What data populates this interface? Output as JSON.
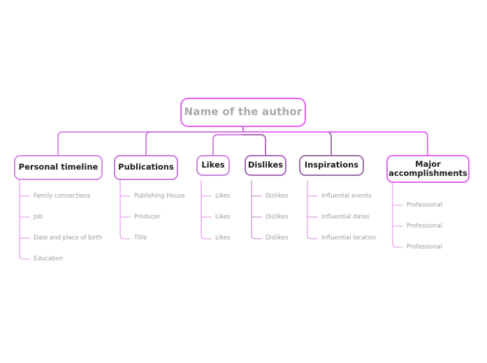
{
  "diagram": {
    "type": "mind-map",
    "title": "Author profile mind map",
    "background_color": "#ffffff",
    "root": {
      "label": "Name of the author",
      "text_color": "#aaaaaa",
      "border_color": "#e35ef2"
    },
    "branches": [
      {
        "label": "Personal timeline",
        "border_color": "#d28ce2",
        "leaves": [
          "Family connections",
          "Job",
          "Date and place of birth",
          "Education"
        ]
      },
      {
        "label": "Publications",
        "border_color": "#c77bd8",
        "leaves": [
          "Publishing House",
          "Producer",
          "Title"
        ]
      },
      {
        "label": "Likes",
        "border_color": "#cc85dd",
        "leaves": [
          "Likes",
          "Likes",
          "Likes"
        ]
      },
      {
        "label": "Dislikes",
        "border_color": "#a86bbb",
        "leaves": [
          "Dislikes",
          "Dislikes",
          "Dislikes"
        ]
      },
      {
        "label": "Inspirations",
        "border_color": "#9b6fa8",
        "leaves": [
          "Influental events",
          "Influential dates",
          "Influential location"
        ]
      },
      {
        "label": "Major accomplishments",
        "label_line1": "Major",
        "label_line2": "accomplishments",
        "border_color": "#e667f5",
        "leaves": [
          "Professional",
          "Professional",
          "Professional"
        ]
      }
    ],
    "connector_colors": {
      "trunk": "#d56ae6",
      "branch_light": "#e08ced",
      "branch_dark": "#a06cb0",
      "leaf_stem": "#e8a3ea"
    }
  }
}
